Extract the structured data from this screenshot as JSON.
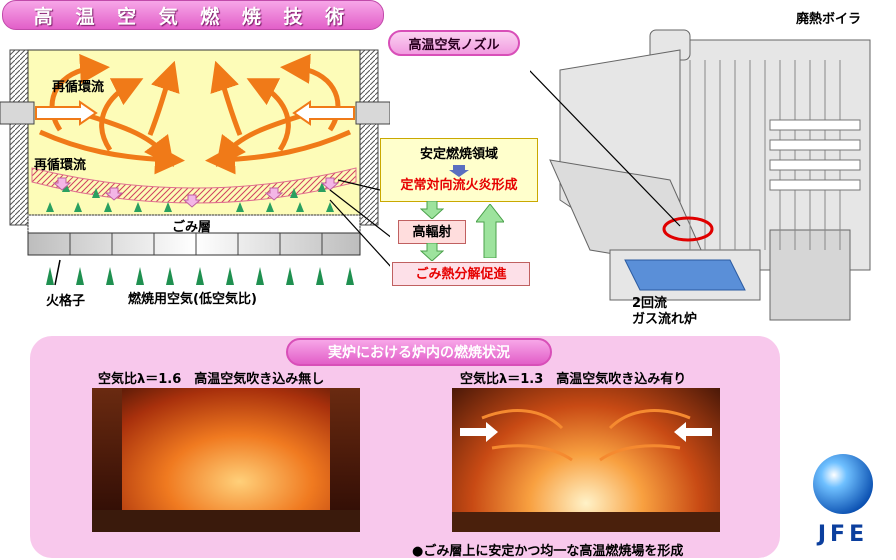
{
  "title": "高 温 空 気 燃 焼 技 術",
  "nozzle_label": "高温空気ノズル",
  "boiler_label": "廃熱ボイラ",
  "furnace_type_label": "2回流\nガス流れ炉",
  "diagram": {
    "recirc_top": "再循環流",
    "recirc_mid": "再循環流",
    "waste_layer": "ごみ層",
    "grate": "火格子",
    "combustion_air": "燃焼用空気(低空気比)"
  },
  "stable_box": {
    "title": "安定燃焼領域",
    "subtitle": "定常対向流火炎形成"
  },
  "high_radiation": "高輻射",
  "decomposition": "ごみ熱分解促進",
  "bottom": {
    "banner": "実炉における炉内の燃焼状況",
    "left_caption": "空気比λ＝1.6　高温空気吹き込み無し",
    "right_caption": "空気比λ＝1.3　高温空気吹き込み有り",
    "note": "●ごみ層上に安定かつ均一な高温燃焼場を形成"
  },
  "logo_text": "JFE",
  "colors": {
    "accent_pink": "#e25fc8",
    "flow_orange": "#f07a18",
    "air_green": "#2aa060",
    "box_yellow": "#ffffcc"
  }
}
